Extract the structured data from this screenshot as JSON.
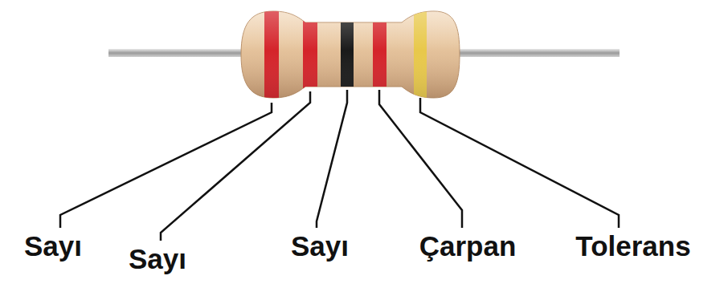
{
  "diagram": {
    "labels": [
      "Sayı",
      "Sayı",
      "Sayı",
      "Çarpan",
      "Tolerans"
    ]
  }
}
